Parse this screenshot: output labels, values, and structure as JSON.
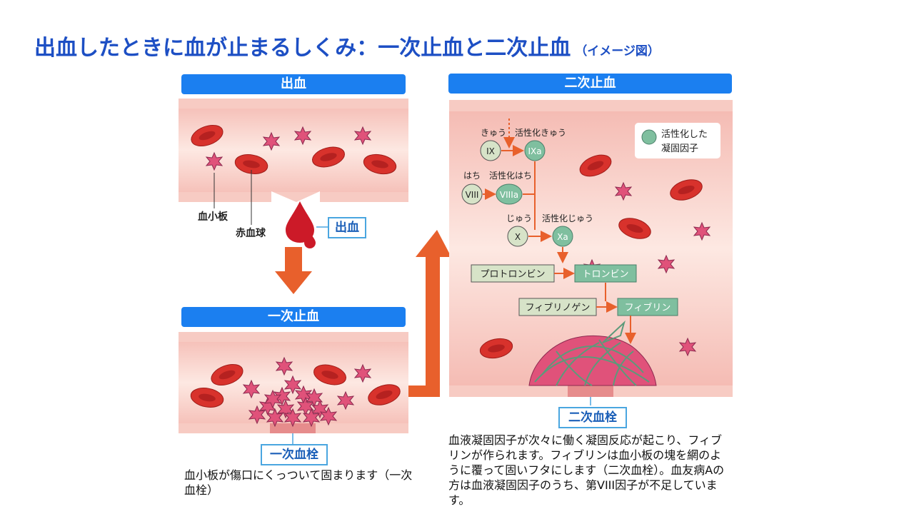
{
  "title": "出血したときに血が止まるしくみ：一次止血と二次止血",
  "title_note": "（イメージ図）",
  "panels": {
    "bleeding": {
      "header": "出血",
      "callout": "出血",
      "platelet_label": "血小板",
      "rbc_label": "赤血球"
    },
    "primary": {
      "header": "一次止血",
      "callout": "一次血栓",
      "description": "血小板が傷口にくっついて固まります（一次血栓）"
    },
    "secondary": {
      "header": "二次止血",
      "callout": "二次血栓",
      "legend": [
        "活性化した",
        "凝固因子"
      ],
      "factors": {
        "ix_reading": "きゅう",
        "ix_active_reading": "活性化きゅう",
        "ix": "IX",
        "ixa": "IXa",
        "viii_reading": "はち",
        "viii_active_reading": "活性化はち",
        "viii": "VIII",
        "viiia": "VIIIa",
        "x_reading": "じゅう",
        "x_active_reading": "活性化じゅう",
        "x": "X",
        "xa": "Xa",
        "prothrombin": "プロトロンビン",
        "thrombin": "トロンビン",
        "fibrinogen": "フィブリノゲン",
        "fibrin": "フィブリン"
      },
      "description": "血液凝固因子が次々に働く凝固反応が起こり、フィブリンが作られます。フィブリンは血小板の塊を網のように覆って固いフタにします（二次血栓）。血友病Aの方は血液凝固因子のうち、第VIII因子が不足しています。"
    }
  },
  "colors": {
    "title": "#1d4fc4",
    "header": "#1b7ff0",
    "arrow": "#e8602c",
    "rbc": "#d8322c",
    "platelet": "#e0527a",
    "active_factor": "#7fbf9f"
  }
}
